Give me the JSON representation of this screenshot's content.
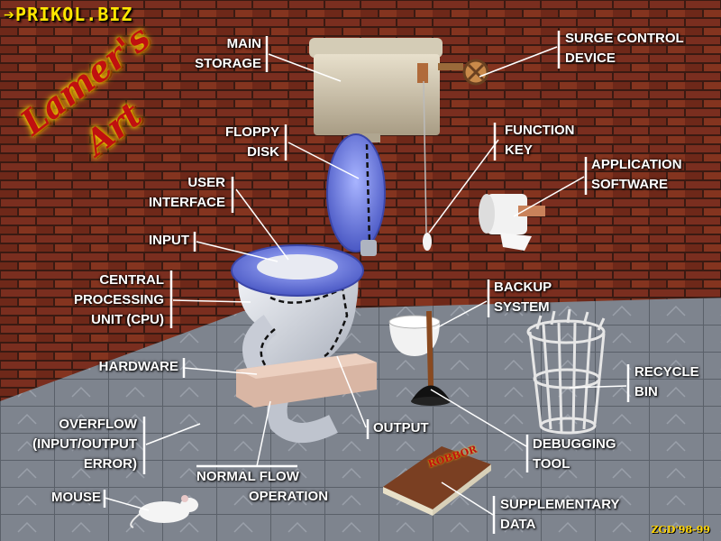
{
  "branding": {
    "site_logo": "➔PRIKOL.BIZ",
    "art_title_line1": "Lamer's",
    "art_title_line2": "Art",
    "signature": "ZGD'98-99",
    "book_title": "ROBBOR"
  },
  "labels": {
    "main_storage": [
      "MAIN",
      "STORAGE"
    ],
    "surge_control": [
      "SURGE CONTROL",
      "DEVICE"
    ],
    "floppy_disk": [
      "FLOPPY",
      "DISK"
    ],
    "function_key": [
      "FUNCTION",
      "KEY"
    ],
    "application_software": [
      "APPLICATION",
      "SOFTWARE"
    ],
    "user_interface": [
      "USER",
      "INTERFACE"
    ],
    "input": [
      "INPUT"
    ],
    "cpu": [
      "CENTRAL",
      "PROCESSING",
      "UNIT (CPU)"
    ],
    "backup_system": [
      "BACKUP",
      "SYSTEM"
    ],
    "hardware": [
      "HARDWARE"
    ],
    "recycle_bin": [
      "RECYCLE",
      "BIN"
    ],
    "overflow": [
      "OVERFLOW",
      "(INPUT/OUTPUT",
      "ERROR)"
    ],
    "output": [
      "OUTPUT"
    ],
    "debugging_tool": [
      "DEBUGGING",
      "TOOL"
    ],
    "normal_flow": [
      "NORMAL FLOW",
      "OPERATION"
    ],
    "mouse": [
      "MOUSE"
    ],
    "supplementary_data": [
      "SUPPLEMENTARY",
      "DATA"
    ]
  },
  "colors": {
    "brick": "#7a2e1f",
    "mortar": "#3a1a12",
    "floor": "#7e848e",
    "seat": "#6f7fe0",
    "porcelain": "#d8dce4",
    "label_text": "#ffffff",
    "logo_yellow": "#ffe600"
  }
}
